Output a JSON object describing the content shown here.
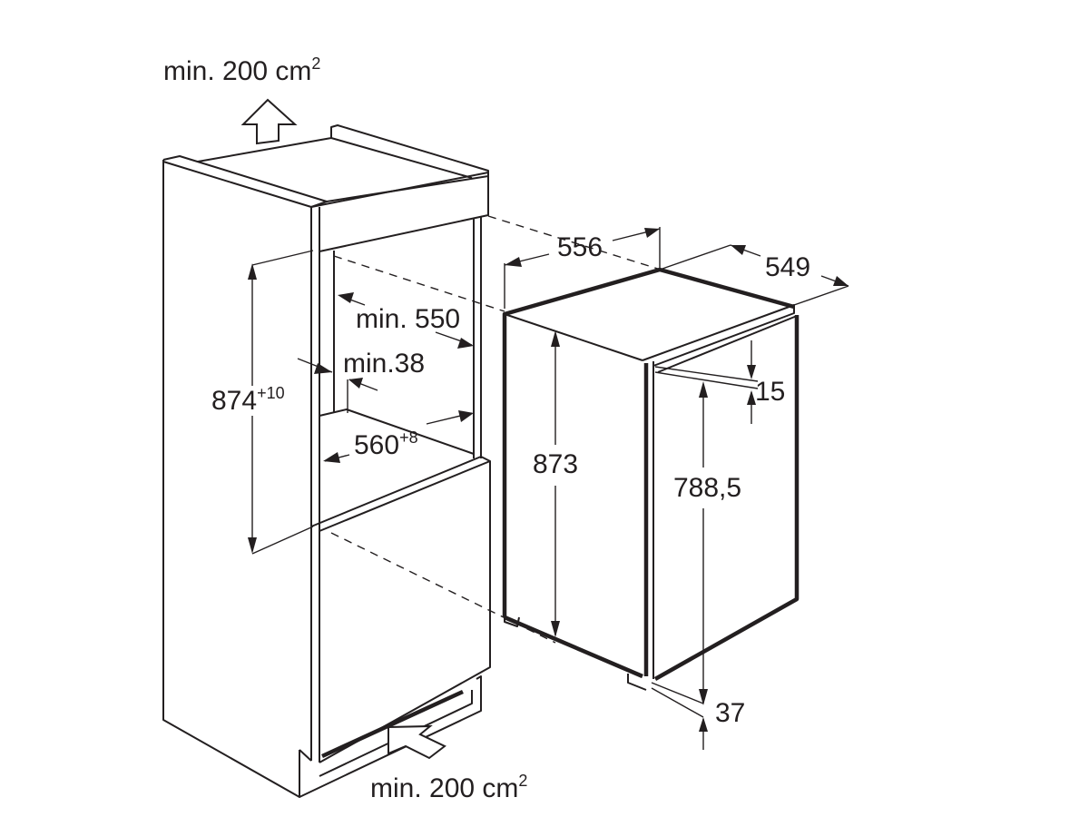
{
  "labels": {
    "top_vent": {
      "main": "min. 200 cm",
      "sup": "2"
    },
    "bottom_vent": {
      "main": "min. 200 cm",
      "sup": "2"
    },
    "niche_height": {
      "main": "874",
      "sup": "+10"
    },
    "niche_depth": "min. 550",
    "side_panel": "min.38",
    "niche_width": {
      "main": "560",
      "sup": "+8"
    },
    "appliance_width": "556",
    "appliance_depth": "549",
    "appliance_height": "873",
    "door_height": "788,5",
    "door_top_offset": "15",
    "door_bottom_offset": "37"
  }
}
